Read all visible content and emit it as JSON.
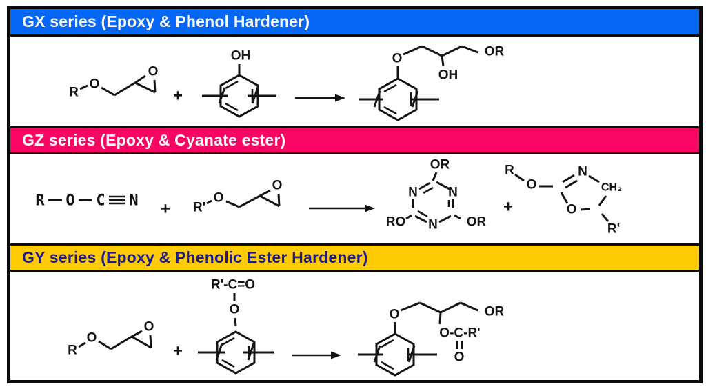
{
  "frame_border_color": "#0b0b0b",
  "sections": [
    {
      "id": "gx",
      "header": {
        "label": "GX series (Epoxy & Phenol Hardener)"
      },
      "colors": {
        "bg": "#0666F5",
        "fg": "#FFFFFF"
      },
      "labels": {
        "r": "R",
        "ether_o": "O",
        "epoxide_o": "O",
        "plus": "+",
        "phenol_oh": "OH",
        "product_o": "O",
        "product_oh": "OH",
        "product_or": "OR"
      }
    },
    {
      "id": "gz",
      "header": {
        "label": "GZ series (Epoxy & Cyanate ester)"
      },
      "colors": {
        "bg": "#FA0563",
        "fg": "#FFFFFF"
      },
      "labels": {
        "cyanate_r": "R",
        "cyanate_o": "O",
        "cyanate_c": "C",
        "cyanate_n": "N",
        "plus_left": "+",
        "r_prime": "R'",
        "ether_o": "O",
        "epoxide_o": "O",
        "triazine_or_top": "OR",
        "triazine_n_upper_left": "N",
        "triazine_n_upper_right": "N",
        "triazine_ro_left": "RO",
        "triazine_n_bottom": "N",
        "triazine_or_right": "OR",
        "plus_right": "+",
        "oxazoline_r": "R",
        "oxazoline_chain_o": "O",
        "oxazoline_n": "N",
        "oxazoline_ch2": "CH₂",
        "oxazoline_ring_o": "O",
        "oxazoline_r_prime": "R'"
      }
    },
    {
      "id": "gy",
      "header": {
        "label": "GY series (Epoxy & Phenolic Ester Hardener)"
      },
      "colors": {
        "bg": "#FFCB05",
        "fg": "#1C1C8F"
      },
      "labels": {
        "r": "R",
        "ether_o": "O",
        "epoxide_o": "O",
        "plus": "+",
        "ester_group": "R'-C=O",
        "ester_o": "O",
        "product_o": "O",
        "product_ester": "O-C-R'",
        "product_carbonyl_o": "O",
        "product_or": "OR"
      }
    }
  ]
}
